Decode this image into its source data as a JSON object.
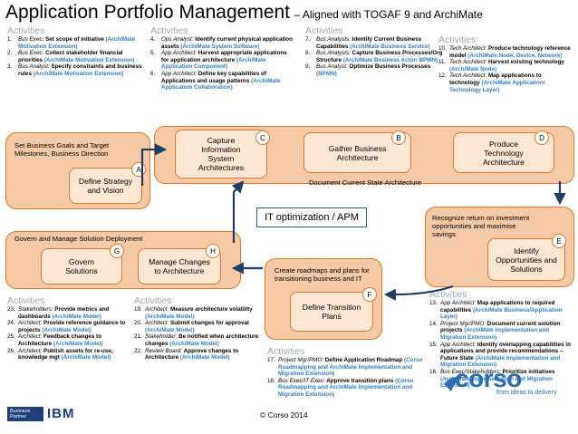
{
  "title": {
    "main": "Application Portfolio Management",
    "sub": "– Aligned with TOGAF 9 and ArchiMate"
  },
  "activities_heading": "Activities",
  "activities": {
    "top_left": [
      {
        "num": "1.",
        "role": "Bus Exec:",
        "task": "Set scope of initiative",
        "ref": "(ArchiMate Motivation Extension)"
      },
      {
        "num": "2.",
        "role": "Bus Exec:",
        "task": "Collect stakeholder financial priorities",
        "ref": "(ArchiMate Motivation Extension)"
      },
      {
        "num": "3.",
        "role": "Bus Analyst:",
        "task": "Specify constraints and business rules",
        "ref": "(ArchiMate Motivation Extension)"
      }
    ],
    "top_mid": [
      {
        "num": "4.",
        "role": "Ops Analyst:",
        "task": "Identify current physical application assets",
        "ref": "(ArchiMate System Software)"
      },
      {
        "num": "5.",
        "role": "App Architect:",
        "task": "Harvest appropriate applications for application architecture",
        "ref": "(ArchiMate Application Component)"
      },
      {
        "num": "6.",
        "role": "App Architect:",
        "task": "Define key capabilities of Applications and usage patterns",
        "ref": "(ArchiMate Application Collaboration)"
      }
    ],
    "top_right": [
      {
        "num": "7.",
        "role": "Bus Analysts:",
        "task": "Identify Current Business Capabilities",
        "ref": "(ArchiMate Business Service)"
      },
      {
        "num": "8.",
        "role": "Bus Analysts:",
        "task": "Capture Business Processes/Org Structure",
        "ref": "(ArchiMate Business Actor/ BPMN)"
      },
      {
        "num": "9.",
        "role": "Bus Analyst:",
        "task": "Optimize Business Processes",
        "ref": "(BPMN)"
      }
    ],
    "far_right": [
      {
        "num": "10.",
        "role": "Tech Architect:",
        "task": "Produce technology reference model",
        "ref": "(ArchiMate Node, Device, Network)"
      },
      {
        "num": "11.",
        "role": "Tech Architect:",
        "task": "Harvest existing technology",
        "ref": "(ArchiMate Node)"
      },
      {
        "num": "12.",
        "role": "Tech Architect:",
        "task": "Map applications to technology",
        "ref": "(ArchiMate Application/ Technology Layer)"
      }
    ],
    "bottom_left": [
      {
        "num": "23.",
        "role": "Stakeholders:",
        "task": "Provide metrics and dashboards",
        "ref": "(ArchiMate Model)"
      },
      {
        "num": "24.",
        "role": "Architect:",
        "task": "Provide reference guidance to projects",
        "ref": "(ArchiMate Model)"
      },
      {
        "num": "25.",
        "role": "Architect:",
        "task": "Feedback changes to Architecture",
        "ref": "(ArchiMate Model)"
      },
      {
        "num": "26.",
        "role": "Architect:",
        "task": "Publish assets for re-use, knowledge mgt",
        "ref": "(ArchiMate Model)"
      }
    ],
    "bottom_mid": [
      {
        "num": "19.",
        "role": "Architect:",
        "task": "Measure architecture volatility",
        "ref": "(ArchiMate Model)"
      },
      {
        "num": "20.",
        "role": "Architect:",
        "task": "Submit changes for approval",
        "ref": "(ArchiMate Model)"
      },
      {
        "num": "21.",
        "role": "Stakeholder:",
        "task": "Be notified when architecture changes",
        "ref": "(ArchiMate Model)"
      },
      {
        "num": "22.",
        "role": "Review Board:",
        "task": "Approve changes to Architecture",
        "ref": "(ArchiMate Model)"
      }
    ],
    "bottom_center": [
      {
        "num": "17.",
        "role": "Project Mgr/PMO:",
        "task": "Define Application Roadmap",
        "ref": "(Corso Roadmapping and ArchiMate Implementation and Migration Extension)"
      },
      {
        "num": "18.",
        "role": "Bus Exec/IT Exec:",
        "task": "Approve transition plans",
        "ref": "(Corso Roadmapping and ArchiMate Implementation and Migration Extension)"
      }
    ],
    "bottom_right": [
      {
        "num": "13.",
        "role": "App Architect:",
        "task": "Map applications to required capabilities",
        "ref": "(ArchiMate Business/Application Layer)"
      },
      {
        "num": "14.",
        "role": "Project Mgr/PMO:",
        "task": "Document current solution projects",
        "ref": "(ArchiMate Implementation and Migration Extension)"
      },
      {
        "num": "15.",
        "role": "App Architect:",
        "task": "Identify overlapping capabilities in applications and provide recommendations – Future State",
        "ref": "(ArchiMate Implementation and Migration Extension)"
      },
      {
        "num": "16.",
        "role": "Bus Exec/Stakeholders:",
        "task": "Prioritize initiatives",
        "ref": "(ArchiMate Implementation and Migration Extension)"
      }
    ]
  },
  "diagram": {
    "set_goals": "Set Business Goals and Target Milestones, Business Direction",
    "define_strategy": "Define Strategy and Vision",
    "capture_info": "Capture Information System Architectures",
    "gather_business": "Gather Business Architecture",
    "produce_tech": "Produce Technology Architecture",
    "doc_current": "Document Current State Architecture",
    "it_optimization": "IT optimization / APM",
    "recognize_return": "Recognize return on investment opportunities and maximise savings",
    "identify_opps": "Identify Opportunities and Solutions",
    "govern_manage": "Govern and Manage Solution Deployment",
    "govern_solutions": "Govern Solutions",
    "manage_changes": "Manage Changes to Architecture",
    "create_roadmaps": "Create roadmaps and plans for transitioning business and IT",
    "define_transition": "Define Transition Plans",
    "badges": {
      "a": "A",
      "b": "B",
      "c": "C",
      "d": "D",
      "e": "E",
      "f": "F",
      "g": "G",
      "h": "H"
    }
  },
  "footer": {
    "copyright": "© Corso 2014",
    "corso_logo": "corso",
    "corso_tagline": "from ideas to delivery",
    "ibm_badge": "Business Partner",
    "ibm_logo": "IBM"
  },
  "colors": {
    "band_fill": "#f5c9a6",
    "box_fill": "#fce6d4",
    "accent_orange": "#e07828",
    "reference_blue": "#2f7ec1",
    "arrow_navy": "#1f3e66"
  }
}
